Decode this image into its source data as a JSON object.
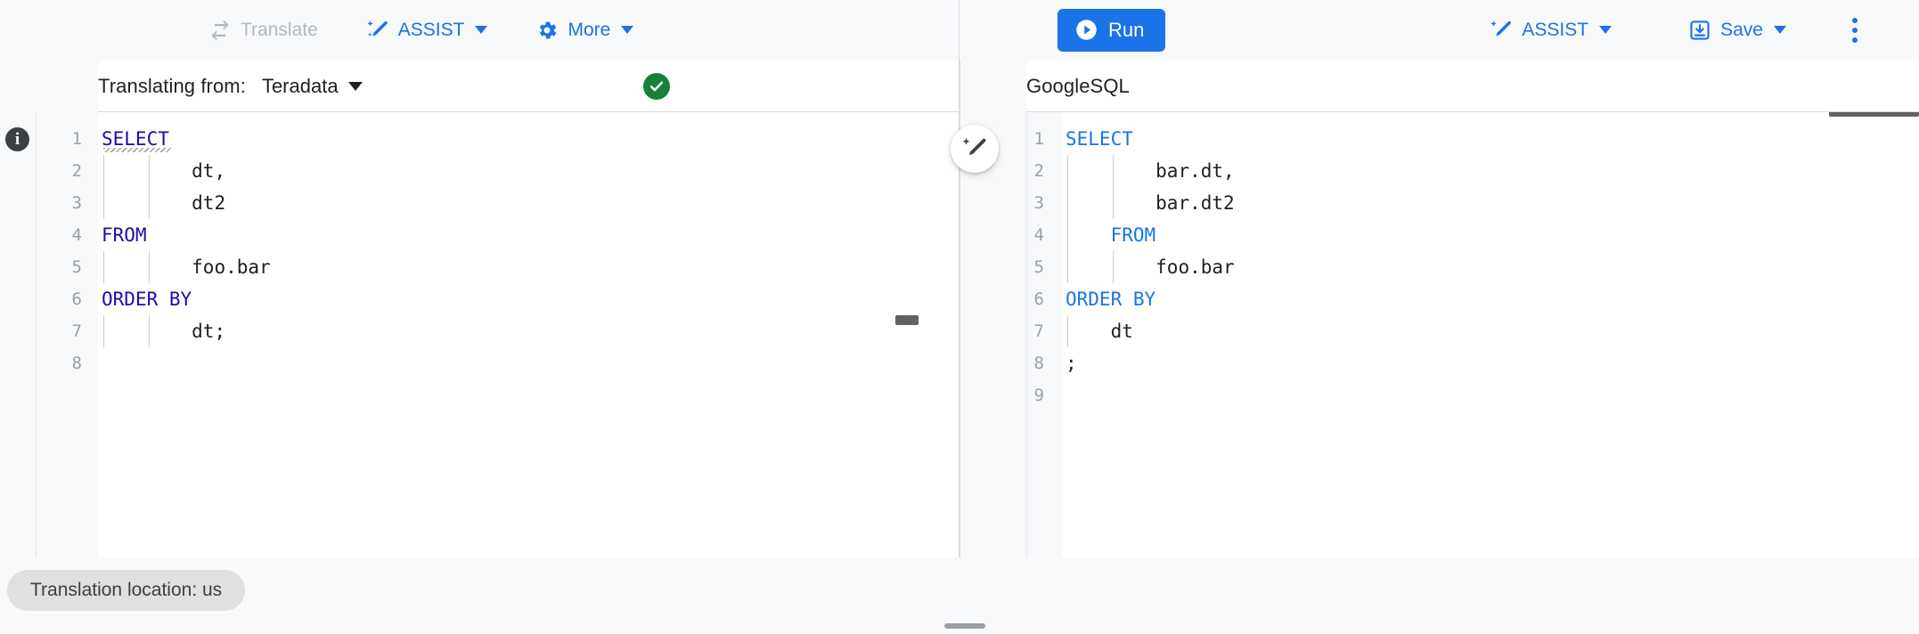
{
  "toolbar": {
    "left": [
      {
        "id": "translate",
        "label": "Translate",
        "icon": "translate-swap-icon",
        "disabled": true,
        "caret": false
      },
      {
        "id": "assist",
        "label": "ASSIST",
        "icon": "magic-pencil-icon",
        "disabled": false,
        "caret": true
      },
      {
        "id": "more",
        "label": "More",
        "icon": "gear-icon",
        "disabled": false,
        "caret": true
      }
    ],
    "right": {
      "run_label": "Run",
      "run_icon": "play-circle-icon",
      "assist_label": "ASSIST",
      "assist_icon": "magic-pencil-icon",
      "save_label": "Save",
      "save_icon": "save-download-icon",
      "overflow_icon": "kebab-menu-icon"
    }
  },
  "left_pane": {
    "head_label": "Translating from:",
    "dialect": "Teradata",
    "status_icon": "check-circle-icon",
    "status_ok": true,
    "info_icon": "info-icon",
    "line_numbers": [
      "1",
      "2",
      "3",
      "4",
      "5",
      "6",
      "7",
      "8"
    ],
    "lines": [
      {
        "n": 1,
        "indent": 0,
        "tokens": [
          {
            "t": "SELECT",
            "c": "kw"
          }
        ],
        "squiggle": true
      },
      {
        "n": 2,
        "indent": 2,
        "tokens": [
          {
            "t": "dt,",
            "c": "idt"
          }
        ]
      },
      {
        "n": 3,
        "indent": 2,
        "tokens": [
          {
            "t": "dt2",
            "c": "idt"
          }
        ]
      },
      {
        "n": 4,
        "indent": 0,
        "tokens": [
          {
            "t": "FROM",
            "c": "kw"
          }
        ]
      },
      {
        "n": 5,
        "indent": 2,
        "tokens": [
          {
            "t": "foo.bar",
            "c": "idt"
          }
        ]
      },
      {
        "n": 6,
        "indent": 0,
        "tokens": [
          {
            "t": "ORDER BY",
            "c": "kw"
          }
        ]
      },
      {
        "n": 7,
        "indent": 2,
        "tokens": [
          {
            "t": "dt;",
            "c": "idt"
          }
        ]
      },
      {
        "n": 8,
        "indent": 0,
        "tokens": []
      }
    ]
  },
  "right_pane": {
    "dialect": "GoogleSQL",
    "assist_fab_icon": "magic-pencil-icon",
    "line_numbers": [
      "1",
      "2",
      "3",
      "4",
      "5",
      "6",
      "7",
      "8",
      "9"
    ],
    "lines": [
      {
        "n": 1,
        "indent": 0,
        "tokens": [
          {
            "t": "SELECT",
            "c": "kw-lite"
          }
        ]
      },
      {
        "n": 2,
        "indent": 2,
        "tokens": [
          {
            "t": "bar.dt,",
            "c": "idt"
          }
        ]
      },
      {
        "n": 3,
        "indent": 2,
        "tokens": [
          {
            "t": "bar.dt2",
            "c": "idt"
          }
        ]
      },
      {
        "n": 4,
        "indent": 1,
        "tokens": [
          {
            "t": "FROM",
            "c": "kw-lite"
          }
        ]
      },
      {
        "n": 5,
        "indent": 2,
        "tokens": [
          {
            "t": "foo.bar",
            "c": "idt"
          }
        ]
      },
      {
        "n": 6,
        "indent": 0,
        "tokens": [
          {
            "t": "ORDER BY",
            "c": "kw-lite"
          }
        ]
      },
      {
        "n": 7,
        "indent": 1,
        "tokens": [
          {
            "t": "dt",
            "c": "idt"
          }
        ]
      },
      {
        "n": 8,
        "indent": 0,
        "tokens": [
          {
            "t": ";",
            "c": "idt"
          }
        ]
      },
      {
        "n": 9,
        "indent": 0,
        "tokens": []
      }
    ]
  },
  "status": {
    "location_chip": "Translation location: us"
  },
  "colors": {
    "accent": "#1a73e8",
    "success": "#188038",
    "keyword_left": "#1a0dab",
    "keyword_right": "#1a73e8",
    "surface": "#f8f9fa",
    "border": "#dadce0",
    "muted_text": "#9aa0a6"
  }
}
